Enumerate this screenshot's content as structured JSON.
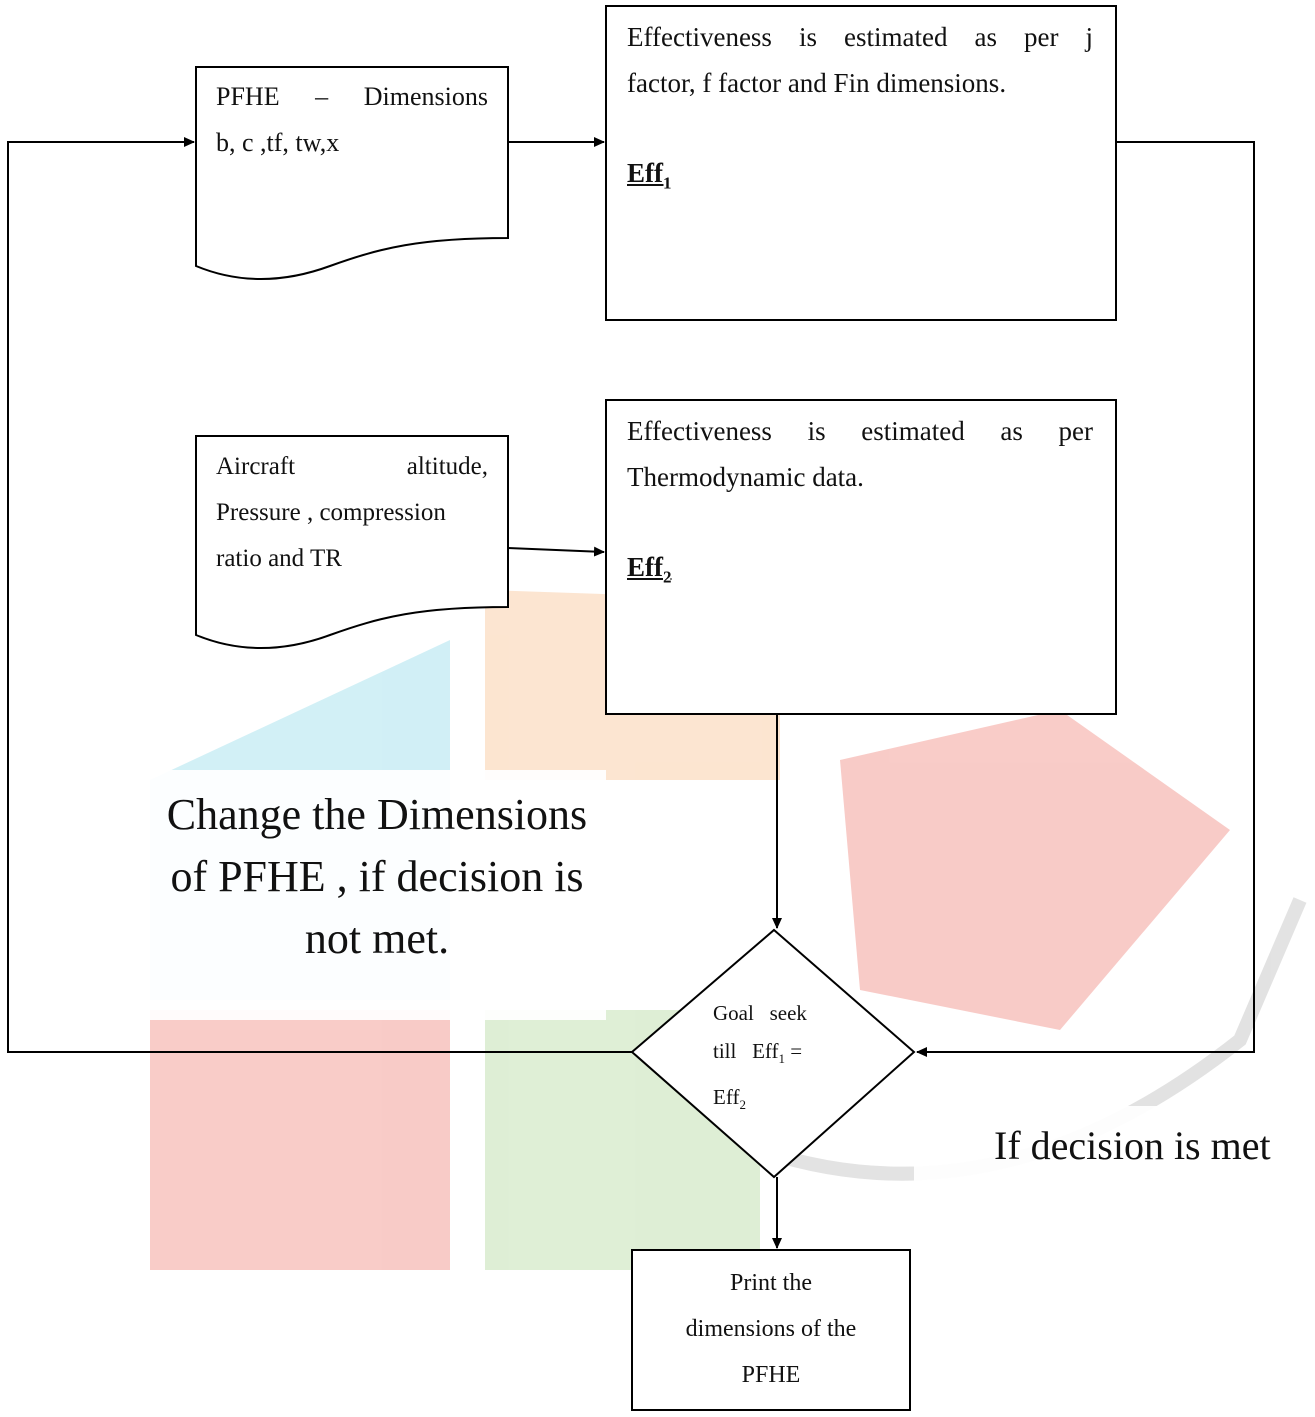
{
  "input_dimensions": {
    "title_left": "PFHE",
    "title_dash": "–",
    "title_right": "Dimensions",
    "line2": "b, c ,tf, tw,x"
  },
  "eff1_box": {
    "line1": "Effectiveness is estimated as per j",
    "line2": "factor, f factor and Fin dimensions.",
    "label_main": "Eff",
    "label_sub": "1"
  },
  "input_aircraft": {
    "line1_left": "Aircraft",
    "line1_right": "altitude,",
    "line2": "Pressure , compression",
    "line3": "ratio and TR"
  },
  "eff2_box": {
    "line1": "Effectiveness is estimated as per",
    "line2": "Thermodynamic data.",
    "label_main": "Eff",
    "label_sub": "2"
  },
  "loop_note": {
    "line1": "Change the Dimensions",
    "line2": "of  PFHE , if decision is",
    "line3": "not met."
  },
  "decision": {
    "line1": "Goal   seek",
    "line2_a": "till   Eff",
    "line2_sub": "1",
    "line2_b": " =",
    "line3_main": "Eff",
    "line3_sub": "2"
  },
  "met_note": {
    "text": "If decision is met"
  },
  "output_box": {
    "line1": "Print the",
    "line2": "dimensions of the",
    "line3": "PFHE"
  },
  "colors": {
    "line": "#000000",
    "watermark_red": "#e8473a",
    "watermark_orange": "#f6a35a",
    "watermark_cyan": "#5ec9e0",
    "watermark_green": "#8cc66b"
  }
}
